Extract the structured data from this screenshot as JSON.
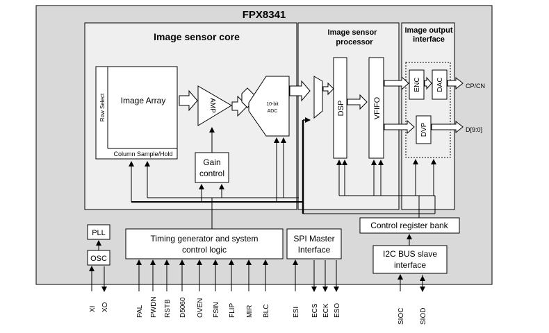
{
  "title": "FPX8341",
  "sections": {
    "sensor_core": "Image sensor core",
    "processor_line1": "Image sensor",
    "processor_line2": "processor",
    "output_line1": "Image output",
    "output_line2": "interface"
  },
  "blocks": {
    "row_select": "Row Select",
    "image_array": "Image Array",
    "column_sample": "Column Sample/Hold",
    "amp": "AMP",
    "adc_line1": "10-bit",
    "adc_line2": "ADC",
    "gain_line1": "Gain",
    "gain_line2": "control",
    "dsp": "DSP",
    "vfifo": "VFIFO",
    "enc": "ENC",
    "dac": "DAC",
    "dvp": "DVP",
    "pll": "PLL",
    "osc": "OSC",
    "timing_line1": "Timing generator and system",
    "timing_line2": "control logic",
    "spi_line1": "SPI Master",
    "spi_line2": "Interface",
    "control_register": "Control register bank",
    "i2c_line1": "I2C BUS slave",
    "i2c_line2": "interface"
  },
  "outputs": {
    "cpcn": "CP/CN",
    "d90": "D[9:0]"
  },
  "pins": {
    "xi": "XI",
    "xo": "XO",
    "pal": "PAL",
    "pwdn": "PWDN",
    "rstb": "RSTB",
    "d5060": "D5060",
    "oven": "OVEN",
    "fsin": "FSIN",
    "flip": "FLIP",
    "mir": "MIR",
    "blc": "BLC",
    "esi": "ESI",
    "ecs": "ECS",
    "eck": "ECK",
    "eso": "ESO",
    "sioc": "SIOC",
    "siod": "SIOD"
  }
}
